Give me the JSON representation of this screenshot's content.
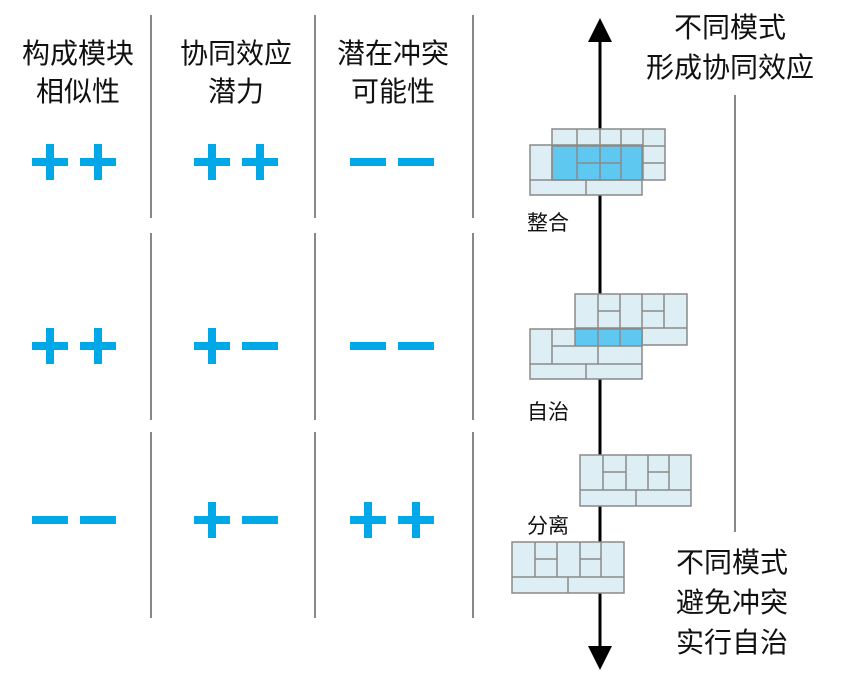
{
  "headers": {
    "col1": {
      "line1": "构成模块",
      "line2": "相似性"
    },
    "col2": {
      "line1": "协同效应",
      "line2": "潜力"
    },
    "col3": {
      "line1": "潜在冲突",
      "line2": "可能性"
    }
  },
  "rows": [
    {
      "col1": "++",
      "col2": "++",
      "col3": "−−"
    },
    {
      "col1": "++",
      "col2": "+−",
      "col3": "−−"
    },
    {
      "col1": "−−",
      "col2": "+−",
      "col3": "++"
    }
  ],
  "modes": {
    "integration": "整合",
    "autonomy": "自治",
    "separation": "分离"
  },
  "notes": {
    "top": {
      "line1": "不同模式",
      "line2": "形成协同效应"
    },
    "bottom": {
      "line1": "不同模式",
      "line2": "避免冲突",
      "line3": "实行自治"
    }
  },
  "colors": {
    "accent": "#00a8e8",
    "block_fill": "#ddeef4",
    "block_overlap": "#5ec8f0",
    "block_stroke": "#8a8a8a",
    "divider": "#888888",
    "axis": "#000000"
  }
}
